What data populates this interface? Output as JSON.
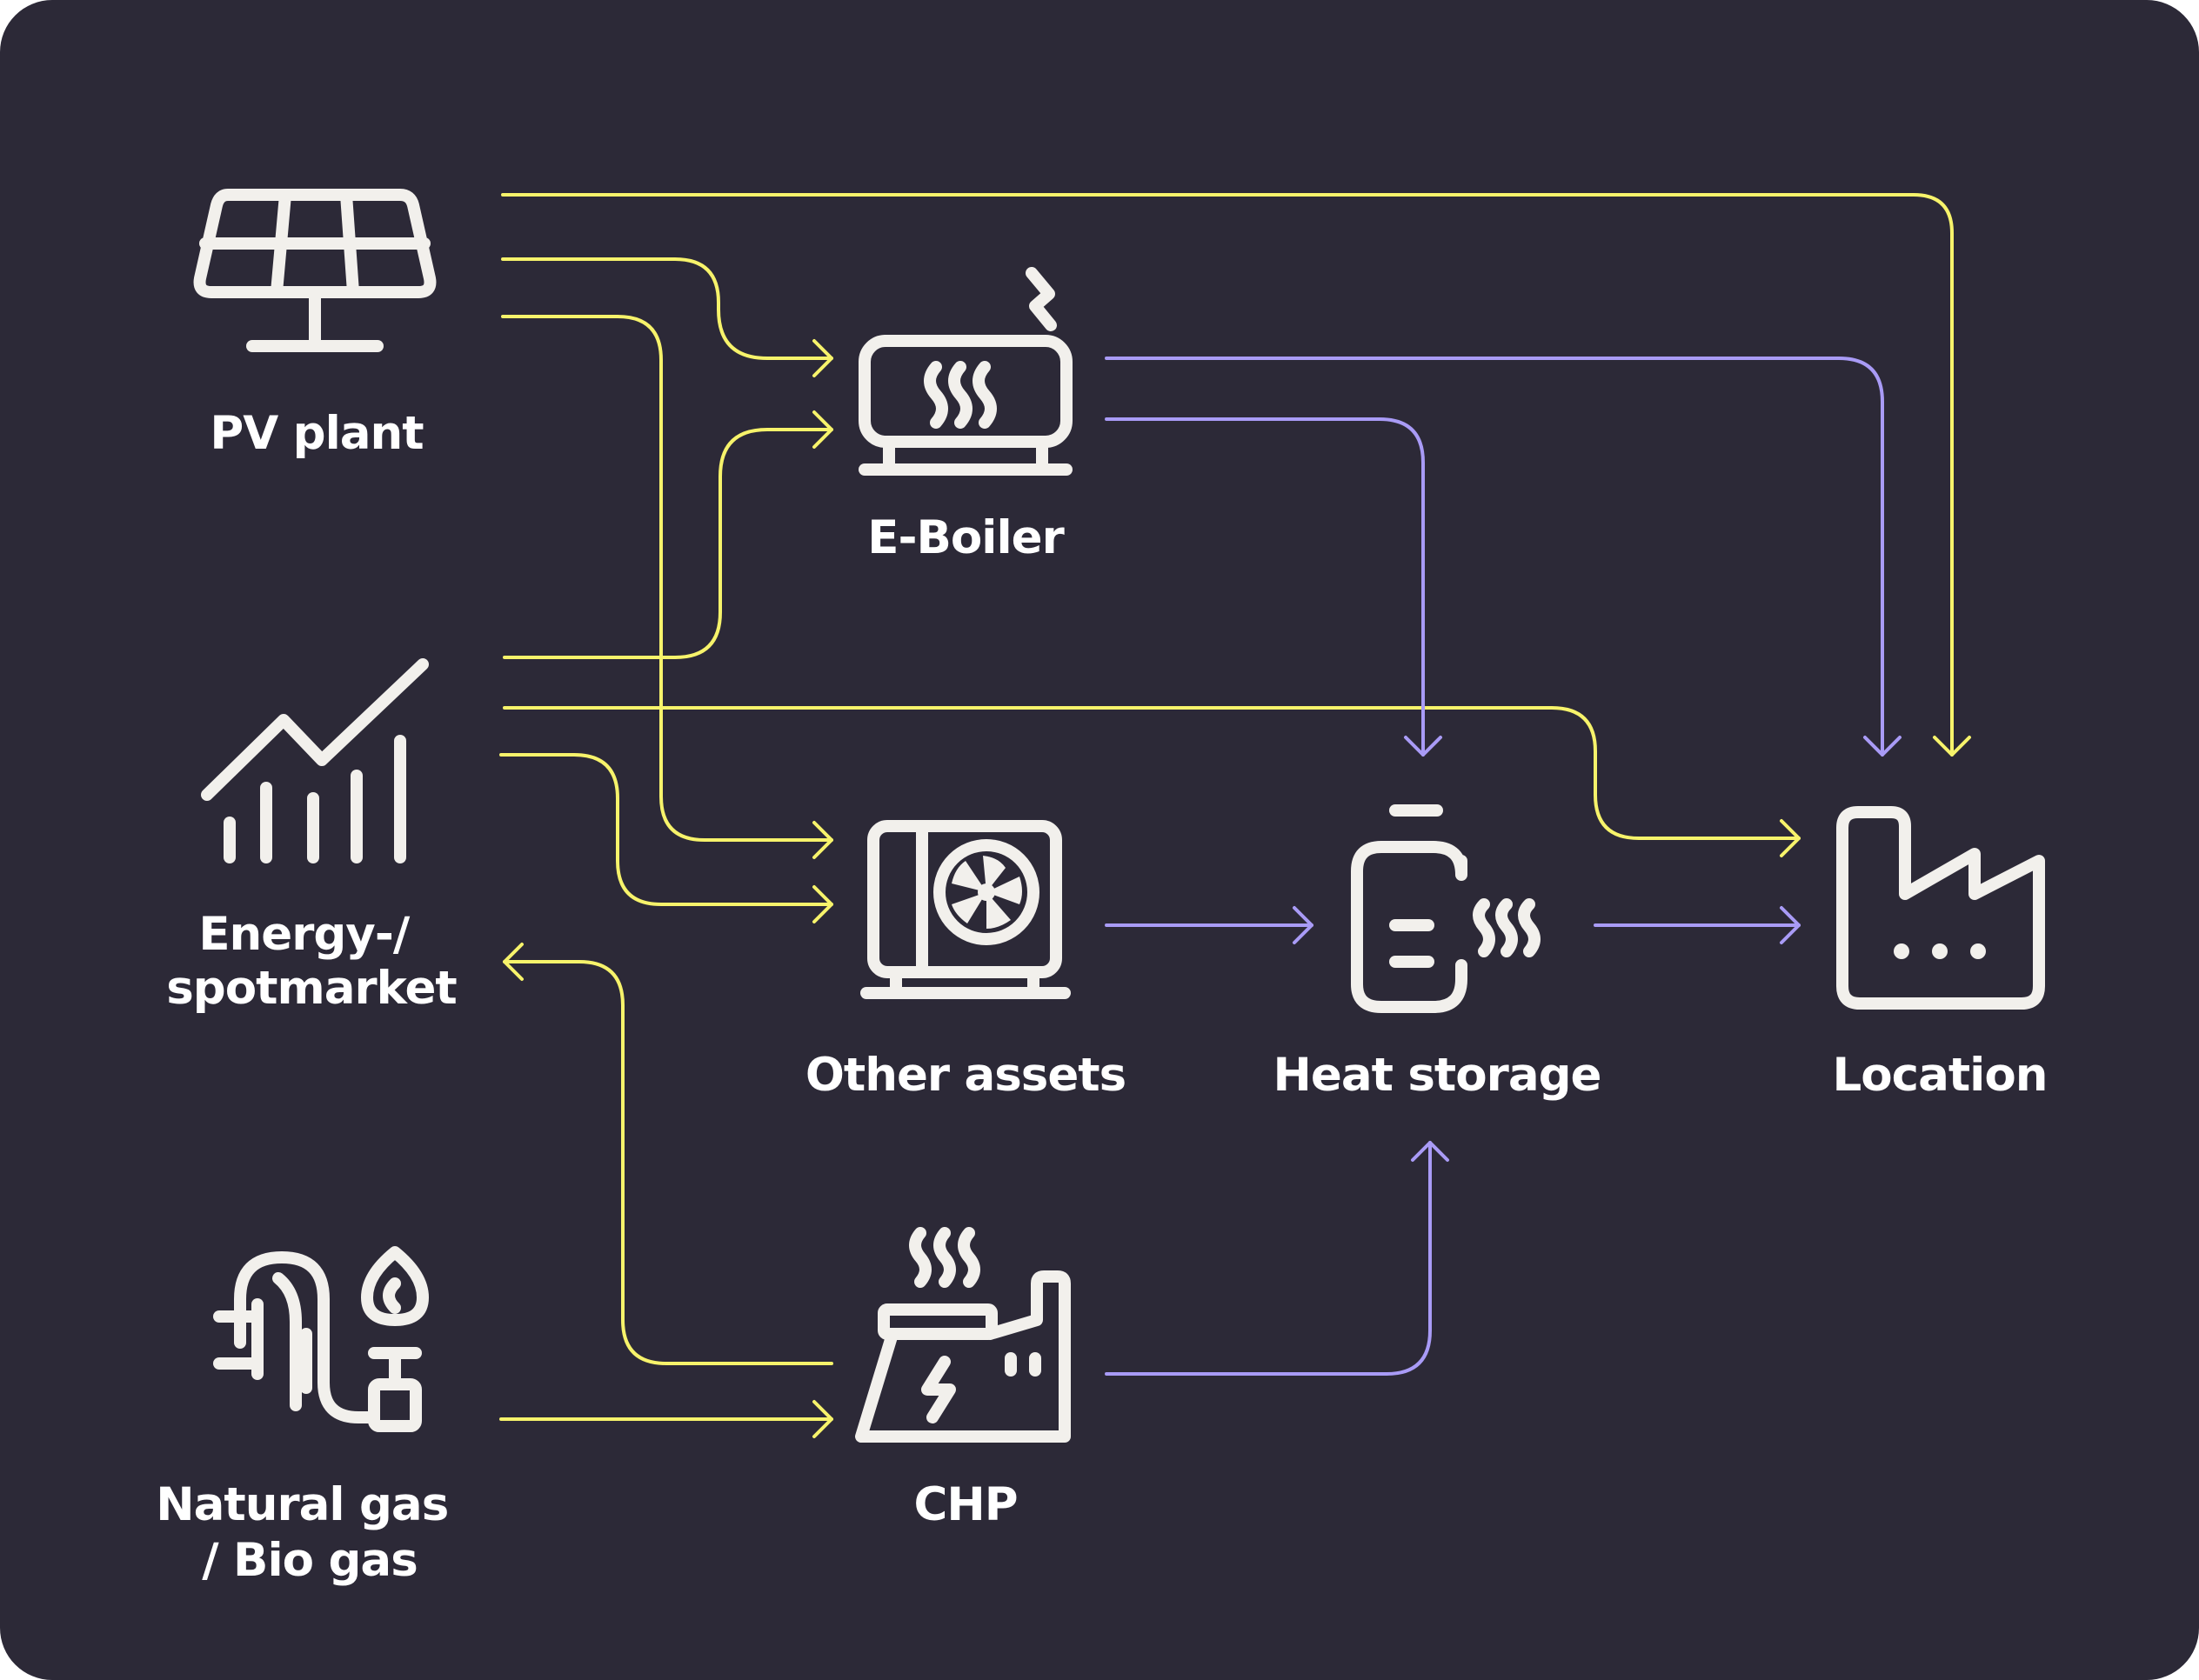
{
  "colors": {
    "background": "#2c2937",
    "power_flow": "#f7f36b",
    "heat_flow": "#a99bf6",
    "icon": "#f2f0ec",
    "label": "#ffffff"
  },
  "nodes": {
    "pv": {
      "label_lines": [
        "PV plant"
      ],
      "icon": "solar-panel-icon"
    },
    "market": {
      "label_lines": [
        "Energy-/",
        "spotmarket"
      ],
      "icon": "market-chart-icon"
    },
    "gas": {
      "label_lines": [
        "Natural gas",
        "/ Bio gas"
      ],
      "icon": "gas-pipe-flame-icon"
    },
    "eboiler": {
      "label_lines": [
        "E-Boiler"
      ],
      "icon": "e-boiler-icon"
    },
    "other": {
      "label_lines": [
        "Other assets"
      ],
      "icon": "heat-pump-icon"
    },
    "chp": {
      "label_lines": [
        "CHP"
      ],
      "icon": "chp-plant-icon"
    },
    "storage": {
      "label_lines": [
        "Heat storage"
      ],
      "icon": "heat-storage-icon"
    },
    "location": {
      "label_lines": [
        "Location"
      ],
      "icon": "factory-icon"
    }
  },
  "edges": [
    {
      "id": "pv-to-location",
      "from": "pv",
      "to": "location",
      "flow": "power_flow"
    },
    {
      "id": "pv-to-eboiler",
      "from": "pv",
      "to": "eboiler",
      "flow": "power_flow"
    },
    {
      "id": "pv-to-other",
      "from": "pv",
      "to": "other",
      "flow": "power_flow"
    },
    {
      "id": "market-to-eboiler",
      "from": "market",
      "to": "eboiler",
      "flow": "power_flow"
    },
    {
      "id": "market-to-location",
      "from": "market",
      "to": "location",
      "flow": "power_flow"
    },
    {
      "id": "market-to-other",
      "from": "market",
      "to": "other",
      "flow": "power_flow"
    },
    {
      "id": "chp-to-market",
      "from": "chp",
      "to": "market",
      "flow": "power_flow"
    },
    {
      "id": "gas-to-chp",
      "from": "gas",
      "to": "chp",
      "flow": "power_flow"
    },
    {
      "id": "eboiler-to-location",
      "from": "eboiler",
      "to": "location",
      "flow": "heat_flow"
    },
    {
      "id": "eboiler-to-storage",
      "from": "eboiler",
      "to": "storage",
      "flow": "heat_flow"
    },
    {
      "id": "other-to-storage",
      "from": "other",
      "to": "storage",
      "flow": "heat_flow"
    },
    {
      "id": "storage-to-location",
      "from": "storage",
      "to": "location",
      "flow": "heat_flow"
    },
    {
      "id": "chp-to-storage",
      "from": "chp",
      "to": "storage",
      "flow": "heat_flow"
    }
  ]
}
